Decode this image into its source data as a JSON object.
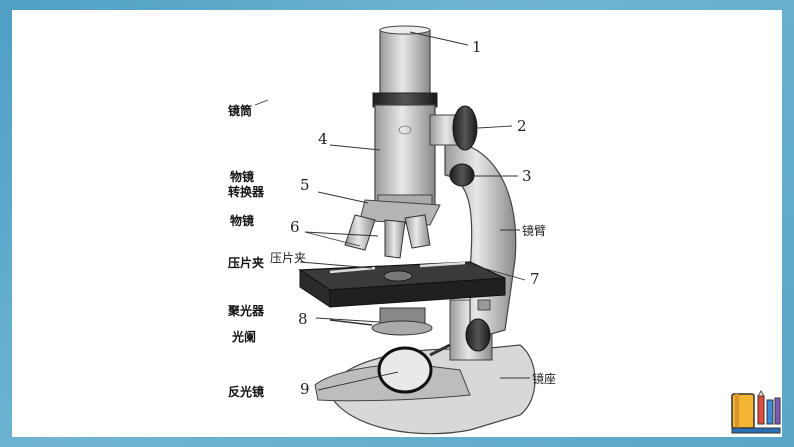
{
  "side_labels": [
    "镜筒",
    "物镜",
    "转换器",
    "物镜",
    "压片夹",
    "聚光器",
    "光阑",
    "反光镜"
  ],
  "number_labels": [
    "1",
    "2",
    "3",
    "4",
    "5",
    "6",
    "7",
    "8",
    "9"
  ],
  "part_labels": {
    "stage_clip": "压片夹",
    "arm": "镜臂",
    "base": "镜座"
  },
  "icon": "stationery-icon"
}
